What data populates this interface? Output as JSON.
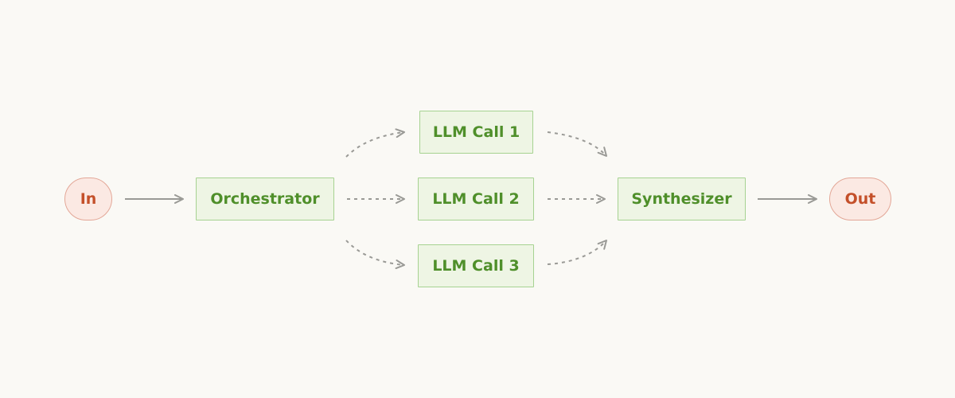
{
  "colors": {
    "background": "#faf9f5",
    "terminal_fill": "#fbe9e3",
    "terminal_border": "#e3a797",
    "terminal_text": "#c4502a",
    "step_fill": "#eef5e4",
    "step_border": "#a6d291",
    "step_text": "#4f8f2a",
    "arrow": "#9a9a96"
  },
  "nodes": {
    "input": {
      "label": "In"
    },
    "orchestrator": {
      "label": "Orchestrator"
    },
    "llm_call_1": {
      "label": "LLM Call 1"
    },
    "llm_call_2": {
      "label": "LLM Call 2"
    },
    "llm_call_3": {
      "label": "LLM Call 3"
    },
    "synthesizer": {
      "label": "Synthesizer"
    },
    "output": {
      "label": "Out"
    }
  },
  "edges": [
    {
      "from": "input",
      "to": "orchestrator",
      "style": "solid"
    },
    {
      "from": "orchestrator",
      "to": "llm_call_1",
      "style": "dashed"
    },
    {
      "from": "orchestrator",
      "to": "llm_call_2",
      "style": "dashed"
    },
    {
      "from": "orchestrator",
      "to": "llm_call_3",
      "style": "dashed"
    },
    {
      "from": "llm_call_1",
      "to": "synthesizer",
      "style": "dashed"
    },
    {
      "from": "llm_call_2",
      "to": "synthesizer",
      "style": "dashed"
    },
    {
      "from": "llm_call_3",
      "to": "synthesizer",
      "style": "dashed"
    },
    {
      "from": "synthesizer",
      "to": "output",
      "style": "solid"
    }
  ]
}
